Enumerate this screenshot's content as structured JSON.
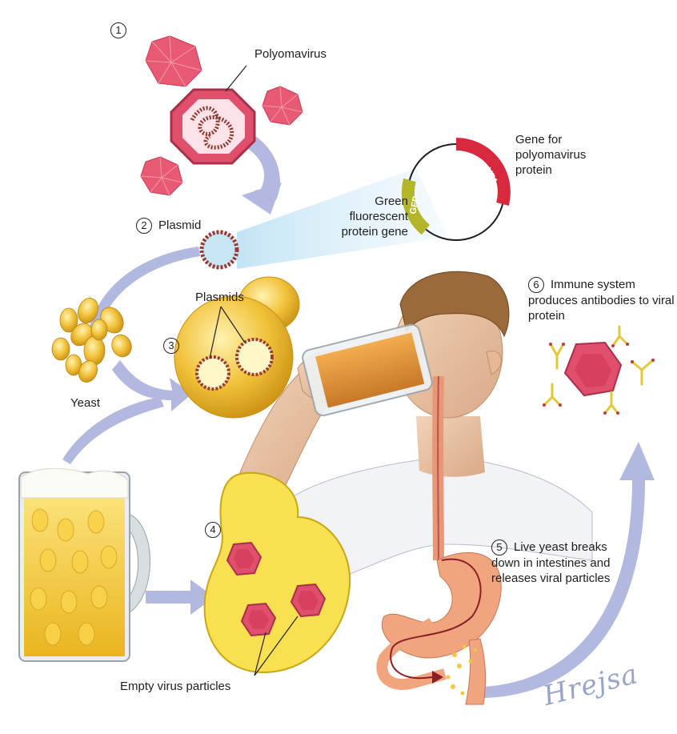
{
  "steps": {
    "s1": {
      "num": "1",
      "label": "Polyomavirus"
    },
    "s2": {
      "num": "2",
      "label": "Plasmid"
    },
    "s3": {
      "num": "3",
      "label": "Plasmids"
    },
    "s4": {
      "num": "4",
      "label": "Empty virus particles"
    },
    "s5": {
      "num": "5",
      "label": "Live yeast breaks down in intestines and releases viral particles"
    },
    "s6": {
      "num": "6",
      "label": "Immune system produces antibodies to viral protein"
    }
  },
  "plasmid_map": {
    "vp1_gene_label": "Gene for polyomavirus protein",
    "vp1_tag": "VP1",
    "gfp_gene_label": "Green fluorescent protein gene",
    "gfp_tag": "GFP"
  },
  "yeast_label": "Yeast",
  "signature": "Hrejsa",
  "colors": {
    "virus": "#e0506a",
    "virus_dark": "#b8324c",
    "yeast": "#f1c23a",
    "arrow": "#aab1dc",
    "vp1": "#d8283e",
    "gfp": "#b3b52a",
    "beer": "#f4c52c",
    "stomach": "#f1a57f"
  }
}
